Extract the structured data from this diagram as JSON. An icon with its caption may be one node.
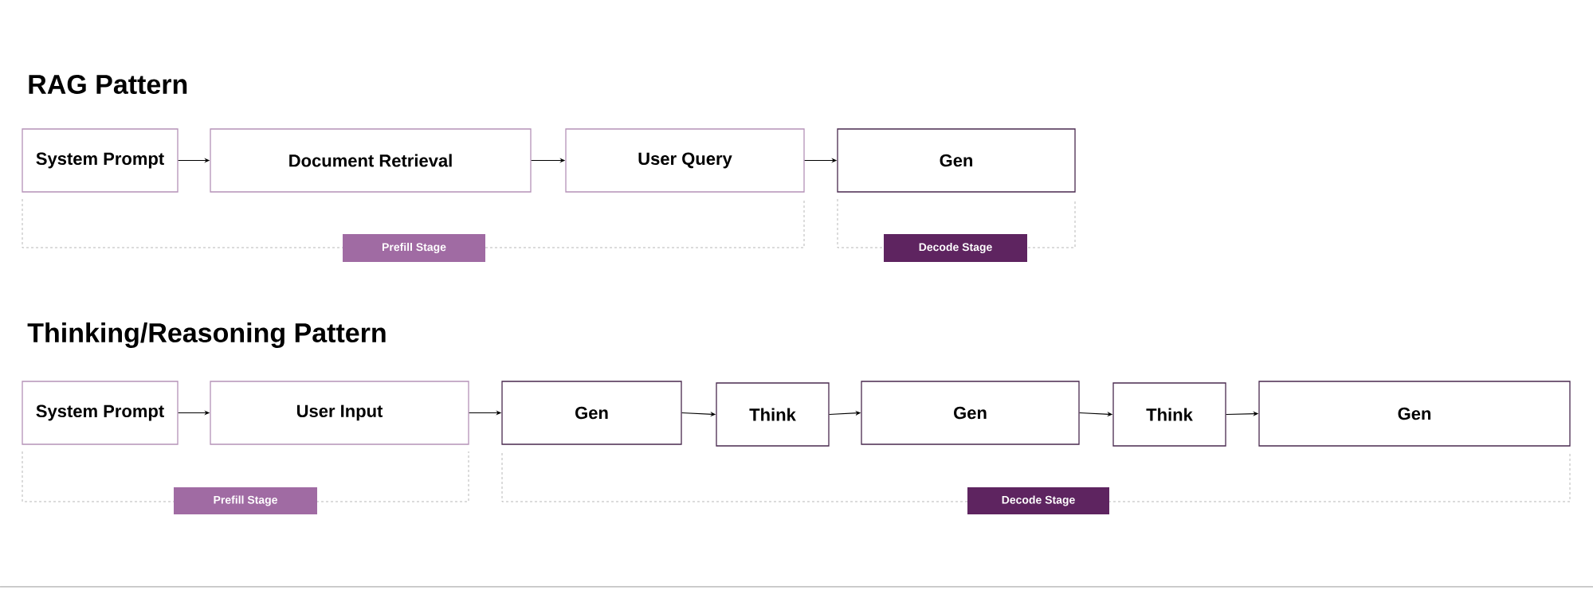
{
  "diagram": {
    "nodes": [
      {
        "text": [
          "System Prompt"
        ]
      },
      {
        "text": [
          "Document Retrieval"
        ]
      },
      {
        "text": [
          "User Query"
        ]
      },
      {
        "text": [
          "Gen"
        ]
      },
      {
        "text": [
          "Prefill Stage"
        ]
      },
      {
        "text": [
          "Decode Stage"
        ]
      },
      {
        "text": [
          "System Prompt"
        ]
      },
      {
        "text": [
          "User Input"
        ]
      },
      {
        "text": [
          "Gen"
        ]
      },
      {
        "text": [
          "Think"
        ]
      },
      {
        "text": [
          "Gen"
        ]
      },
      {
        "text": [
          "Think"
        ]
      },
      {
        "text": [
          "Gen"
        ]
      },
      {
        "text": [
          "Prefill Stage"
        ]
      },
      {
        "text": [
          "Decode Stage"
        ]
      }
    ],
    "edges": [
      {
        "from": 0,
        "to": 1,
        "arrow": "to"
      },
      {
        "from": 1,
        "to": 2,
        "arrow": "to"
      },
      {
        "from": 2,
        "to": 3,
        "arrow": "to"
      },
      {
        "from": 6,
        "to": 7,
        "arrow": "to"
      },
      {
        "from": 7,
        "to": 8,
        "arrow": "to"
      },
      {
        "from": 8,
        "to": 9,
        "arrow": "to"
      },
      {
        "from": 9,
        "to": 10,
        "arrow": "to"
      },
      {
        "from": 10,
        "to": 11,
        "arrow": "to"
      },
      {
        "from": 11,
        "to": 12,
        "arrow": "to"
      }
    ],
    "labels": [
      "RAG Pattern",
      "Thinking/Reasoning  Pattern"
    ]
  }
}
